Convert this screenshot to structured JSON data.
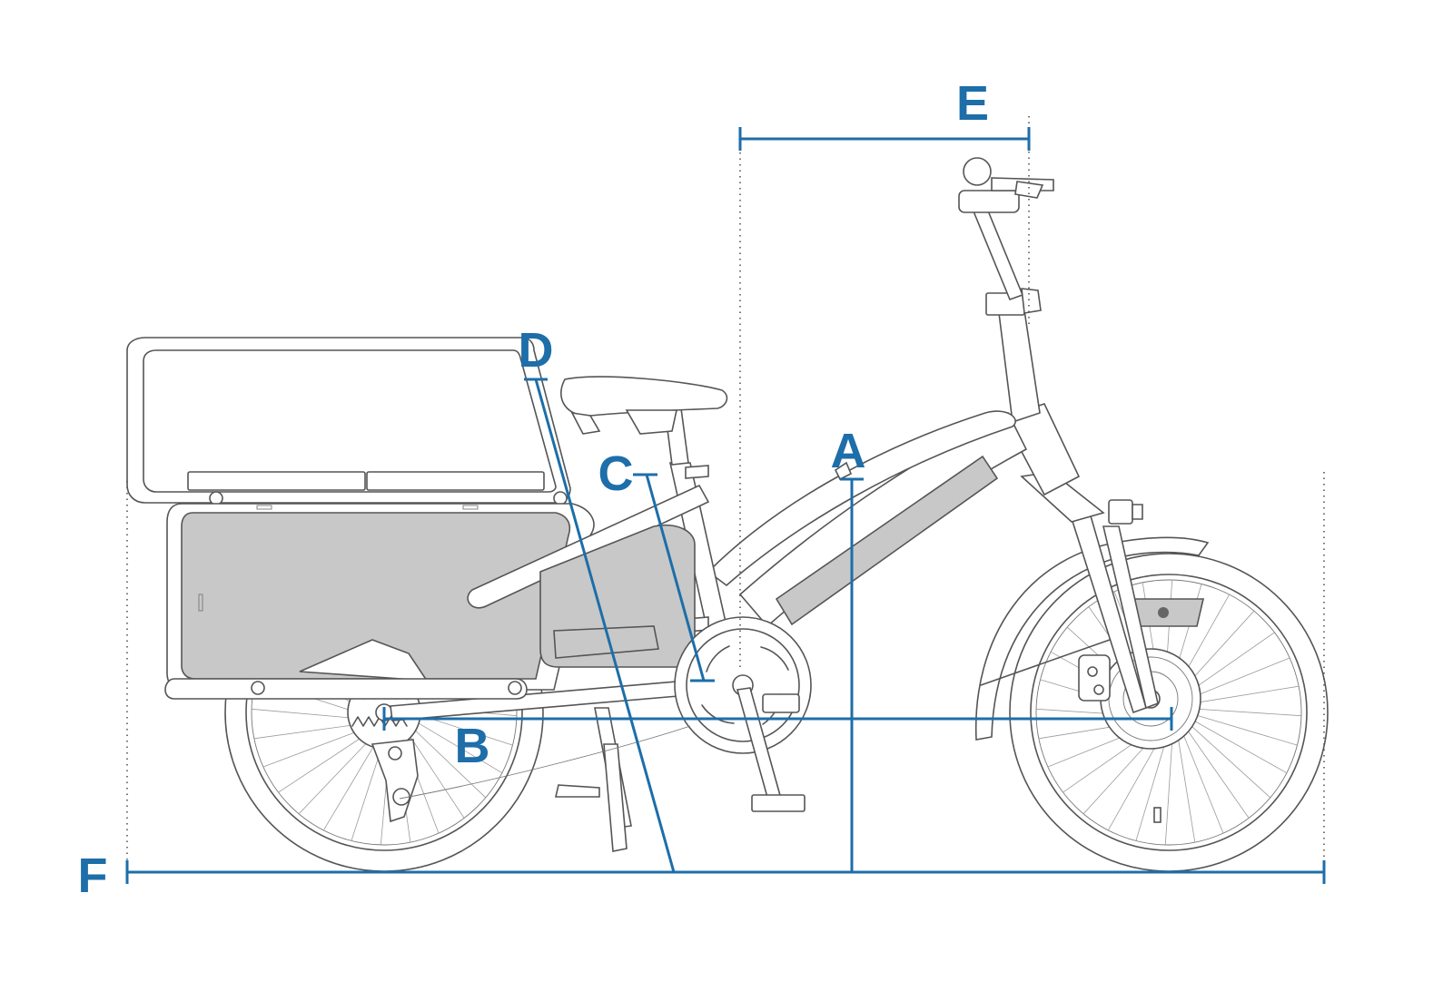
{
  "colors": {
    "dimension": "#1d6ea9",
    "outline": "#555555",
    "panel_fill": "#c8c8c8",
    "background": "#ffffff"
  },
  "labels": {
    "a": "A",
    "b": "B",
    "c": "C",
    "d": "D",
    "e": "E",
    "f": "F"
  }
}
